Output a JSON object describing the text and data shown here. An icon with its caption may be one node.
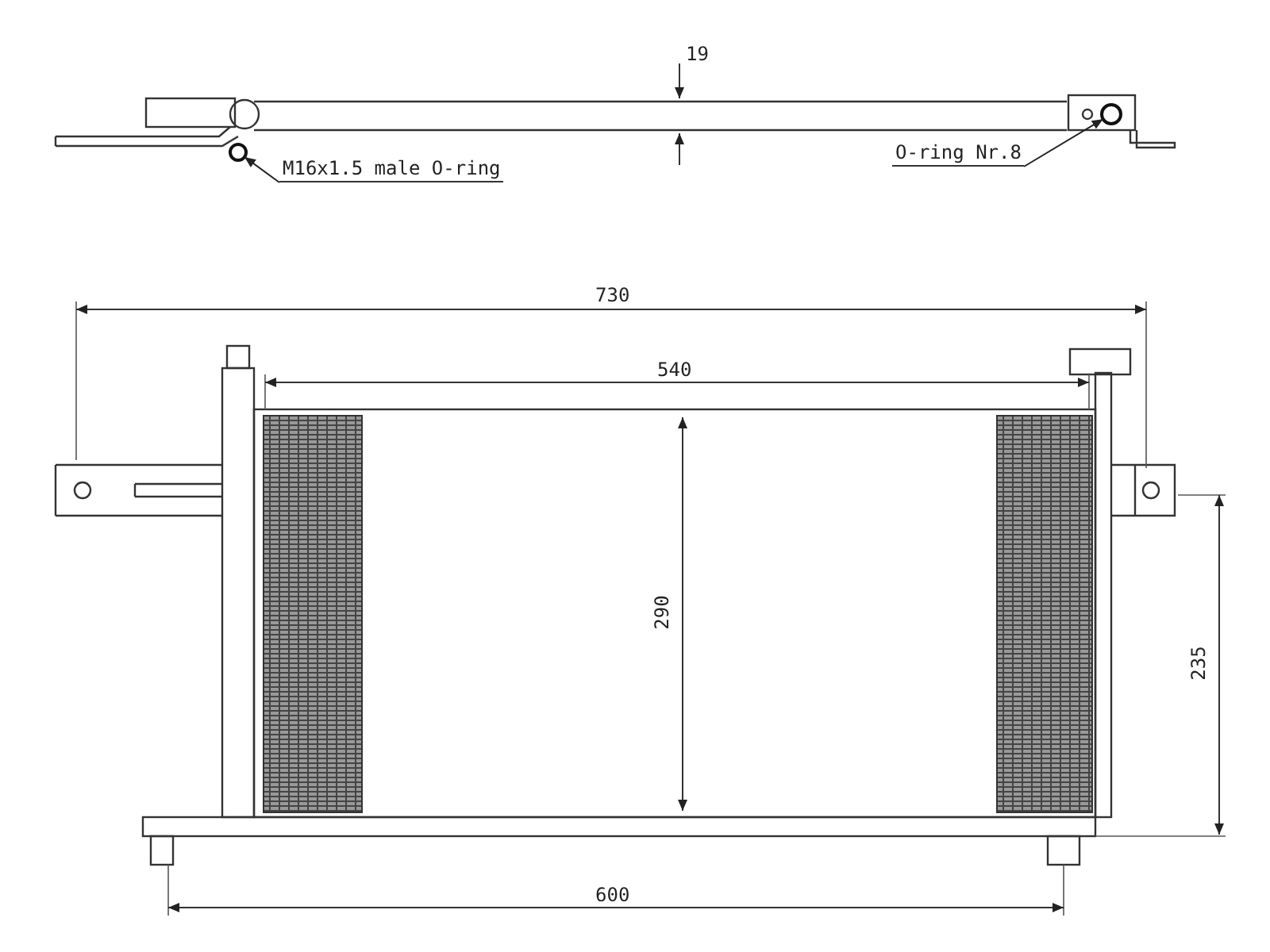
{
  "diagram": {
    "nodes": [
      {
        "text": [
          "M16x1.5 male O-ring"
        ]
      },
      {
        "text": [],
        "shape": "circle"
      },
      {
        "text": [
          "O-ring Nr.8"
        ]
      },
      {
        "text": [],
        "shape": "circle"
      }
    ],
    "edges": [
      {
        "from": 0,
        "to": 1,
        "arrow": "to"
      },
      {
        "from": 2,
        "to": 3,
        "arrow": "to"
      }
    ],
    "labels": [
      "19",
      "730",
      "540",
      "290",
      "235",
      "600"
    ]
  }
}
